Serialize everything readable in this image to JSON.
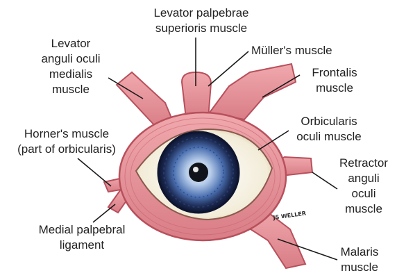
{
  "labels": {
    "levator_palpebrae": "Levator palpebrae\nsuperioris muscle",
    "levator_anguli": "Levator\nanguli oculi\nmedialis\nmuscle",
    "muller": "Müller's muscle",
    "frontalis": "Frontalis\nmuscle",
    "horner": "Horner's muscle\n(part of orbicularis)",
    "orbicularis": "Orbicularis\noculi muscle",
    "retractor": "Retractor\nanguli\noculi\nmuscle",
    "medial_ligament": "Medial palpebral\nligament",
    "malaris": "Malaris\nmuscle"
  },
  "signature": "JS WELLER",
  "colors": {
    "muscle_fill": "#e6949a",
    "muscle_stroke": "#b8505c",
    "muscle_fiber": "#c8606c",
    "iris_dark": "#1c2a52",
    "iris_mid": "#4a6fb0",
    "iris_light": "#b8cdea",
    "pupil": "#10131a",
    "leader_line": "#1a1a1a",
    "text": "#222222"
  }
}
